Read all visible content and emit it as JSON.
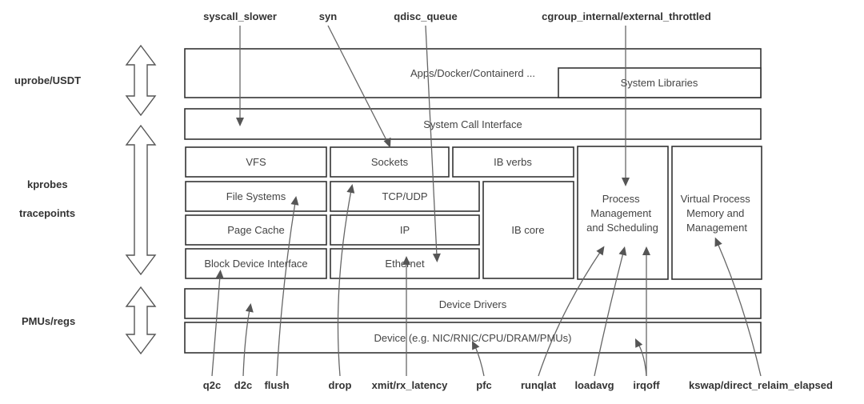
{
  "layers": {
    "uprobe": "uprobe/USDT",
    "kprobes": "kprobes",
    "tracepoints": "tracepoints",
    "pmus": "PMUs/regs"
  },
  "boxes": {
    "apps": "Apps/Docker/Containerd ...",
    "system_libraries": "System Libraries",
    "syscall_interface": "System Call Interface",
    "vfs": "VFS",
    "sockets": "Sockets",
    "ib_verbs": "IB verbs",
    "process_mgmt": [
      "Process",
      "Management",
      "and Scheduling"
    ],
    "virtual_memory": [
      "Virtual Process",
      "Memory and",
      "Management"
    ],
    "file_systems": "File Systems",
    "tcp_udp": "TCP/UDP",
    "ib_core": "IB core",
    "page_cache": "Page Cache",
    "ip": "IP",
    "block_device": "Block Device Interface",
    "ethernet": "Ethernet",
    "device_drivers": "Device Drivers",
    "device": "Device (e.g. NIC/RNIC/CPU/DRAM/PMUs)"
  },
  "top_metrics": {
    "syscall_slower": "syscall_slower",
    "syn": "syn",
    "qdisc_queue": "qdisc_queue",
    "cgroup_throttled": "cgroup_internal/external_throttled"
  },
  "bottom_metrics": {
    "q2c": "q2c",
    "d2c": "d2c",
    "flush": "flush",
    "drop": "drop",
    "xmit_rx_latency": "xmit/rx_latency",
    "pfc": "pfc",
    "runqlat": "runqlat",
    "loadavg": "loadavg",
    "irqoff": "irqoff",
    "kswap": "kswap/direct_relaim_elapsed"
  },
  "colors": {
    "box_stroke": "#333333",
    "arrow_stroke": "#666666",
    "text": "#444444"
  }
}
